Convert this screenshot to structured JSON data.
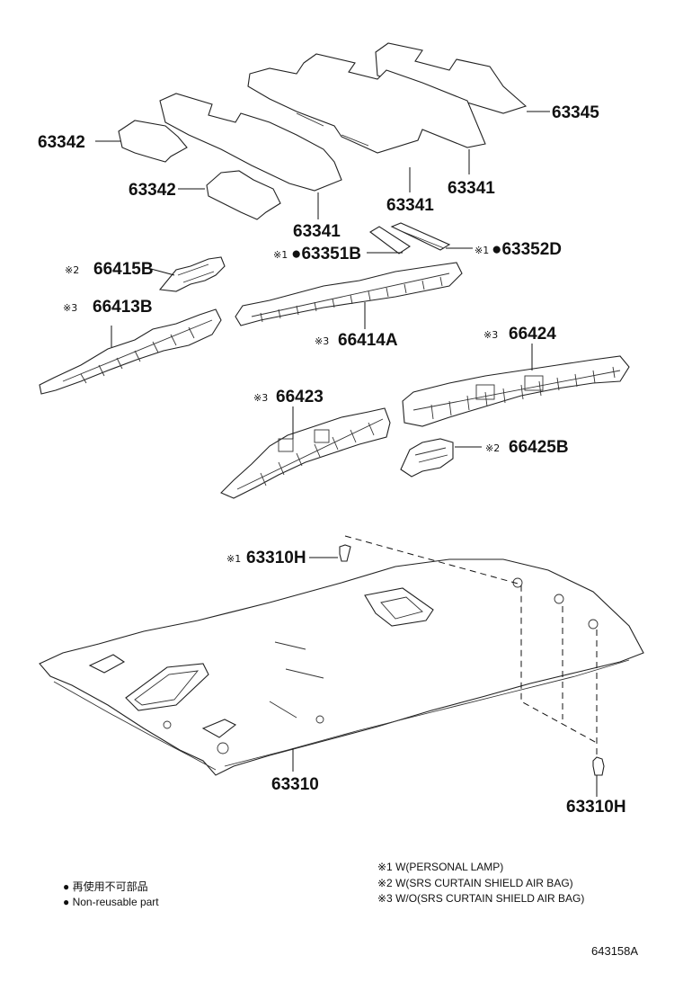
{
  "parts": {
    "p63345": {
      "label": "63345"
    },
    "p63342_a": {
      "label": "63342"
    },
    "p63342_b": {
      "label": "63342"
    },
    "p63341_a": {
      "label": "63341"
    },
    "p63341_b": {
      "label": "63341"
    },
    "p63341_c": {
      "label": "63341"
    },
    "p63351B": {
      "prefix": "※1",
      "label": "●63351B"
    },
    "p63352D": {
      "prefix": "※1",
      "label": "●63352D"
    },
    "p66415B": {
      "prefix": "※2",
      "label": "66415B"
    },
    "p66413B": {
      "prefix": "※3",
      "label": "66413B"
    },
    "p66414A": {
      "prefix": "※3",
      "label": "66414A"
    },
    "p66424": {
      "prefix": "※3",
      "label": "66424"
    },
    "p66423": {
      "prefix": "※3",
      "label": "66423"
    },
    "p66425B": {
      "prefix": "※2",
      "label": "66425B"
    },
    "p63310H_a": {
      "prefix": "※1",
      "label": "63310H"
    },
    "p63310": {
      "label": "63310"
    },
    "p63310H_b": {
      "label": "63310H"
    }
  },
  "legend_left": {
    "line1": "● 再使用不可部品",
    "line2": "● Non-reusable part"
  },
  "legend_right": {
    "line1": "※1 W(PERSONAL LAMP)",
    "line2": "※2 W(SRS  CURTAIN SHIELD AIR BAG)",
    "line3": "※3 W/O(SRS CURTAIN SHIELD AIR BAG)"
  },
  "figure_number": "643158A"
}
